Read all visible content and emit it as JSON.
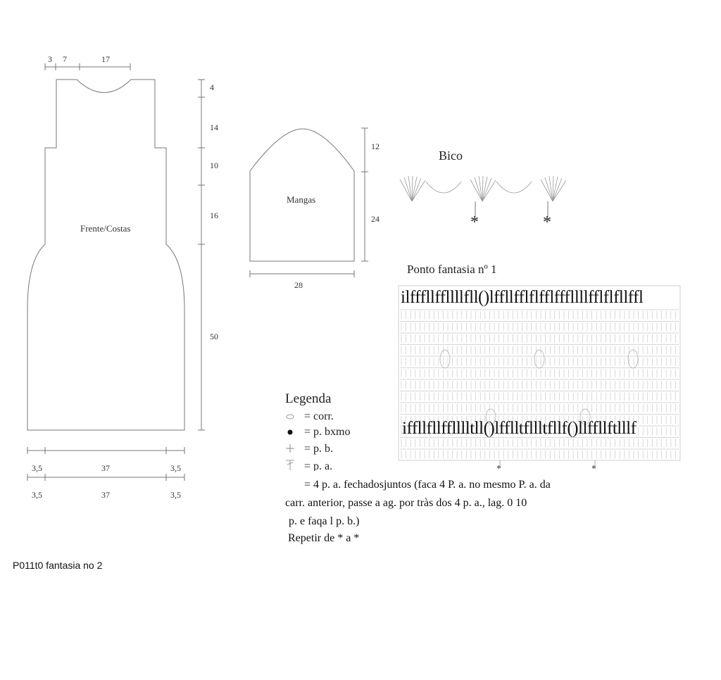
{
  "front_back": {
    "label": "Frente/Costas",
    "top_dims": [
      "3",
      "7",
      "17"
    ],
    "side_dims": [
      "4",
      "14",
      "10",
      "16",
      "50"
    ],
    "bottom_dims_row1": [
      "3,5",
      "37",
      "3,5"
    ],
    "bottom_dims_row2": [
      "3,5",
      "37",
      "3,5"
    ]
  },
  "sleeve": {
    "label": "Mangas",
    "side_dims": [
      "12",
      "24"
    ],
    "bottom_dim": "28"
  },
  "bico": {
    "title": "Bico",
    "repeat_marks": [
      "*",
      "*"
    ]
  },
  "ponto1": {
    "title": "Ponto fantasia nº 1",
    "overlay_line_1": "ilfffllffllllfll()lffllfflflfflfffllllfflflfllffl",
    "overlay_line_2": "iffllfllfflllltll()lfflltfllltfllf()llffllftlllf",
    "repeat_marks": [
      "*",
      "*"
    ]
  },
  "legend": {
    "title": "Legenda",
    "items": [
      {
        "symbol": "chain-oval-icon",
        "text": "= corr."
      },
      {
        "symbol": "dot-icon",
        "text": "= p. bxmo"
      },
      {
        "symbol": "plus-icon",
        "text": "= p. b."
      },
      {
        "symbol": "double-crochet-icon",
        "text": "= p. a."
      }
    ],
    "note_lines": [
      "= 4 p. a. fechadosjuntos (faca 4 P. a. no mesmo P. a. da",
      "carr. anterior, passe a ag. por tràs dos 4 p. a., lag. 0 10",
      "p. e faqa l p. b.)",
      "Repetir de * a *"
    ]
  },
  "footer": "P011t0 fantasia no 2"
}
